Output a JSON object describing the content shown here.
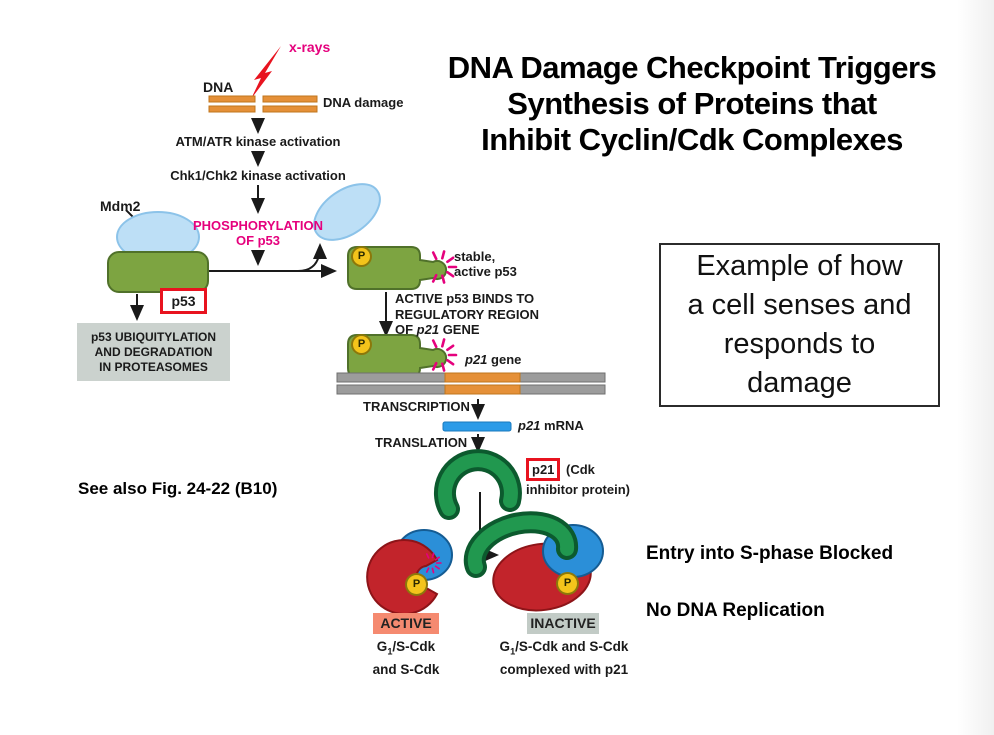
{
  "title": {
    "line1": "DNA Damage Checkpoint Triggers",
    "line2": "Synthesis of Proteins that",
    "line3": "Inhibit Cyclin/Cdk Complexes"
  },
  "note_box": {
    "line1": "Example of how",
    "line2": "a cell senses and",
    "line3": "responds to",
    "line4": "damage"
  },
  "annotations": {
    "see_also": "See also Fig. 24-22 (B10)",
    "entry_blocked": "Entry into S-phase Blocked",
    "no_replication": "No DNA Replication"
  },
  "pathway": {
    "xrays": "x-rays",
    "dna": "DNA",
    "dna_damage": "DNA damage",
    "atm": "ATM/ATR kinase activation",
    "chk": "Chk1/Chk2 kinase activation",
    "mdm2": "Mdm2",
    "phospho_line1": "PHOSPHORYLATION",
    "phospho_line2": "OF p53",
    "p53": "p53",
    "ubiq_line1": "p53 UBIQUITYLATION",
    "ubiq_line2": "AND DEGRADATION",
    "ubiq_line3": "IN PROTEASOMES",
    "stable_line1": "stable,",
    "stable_line2": "active p53",
    "binds_line1": "ACTIVE p53 BINDS TO",
    "binds_line2": "REGULATORY REGION",
    "binds_line3_pre": "OF ",
    "binds_line3_gene": "p21",
    "binds_line3_post": " GENE",
    "gene_label_italic": "p21",
    "gene_label_rest": " gene",
    "transcription": "TRANSCRIPTION",
    "mrna_italic": "p21",
    "mrna_rest": " mRNA",
    "translation": "TRANSLATION",
    "p21_boxed": "p21",
    "p21_rest1": " (Cdk",
    "p21_rest2": "inhibitor protein)",
    "phos_p": "P"
  },
  "complexes": {
    "active_label": "ACTIVE",
    "active_g": "G",
    "active_sub": "1",
    "active_rest": "/S-Cdk",
    "active_line2": "and S-Cdk",
    "inactive_label": "INACTIVE",
    "inactive_g": "G",
    "inactive_sub": "1",
    "inactive_rest": "/S-Cdk and S-Cdk",
    "inactive_line2": "complexed with p21"
  },
  "colors": {
    "magenta_accent": "#E5017D",
    "bolt_red": "#E8131F",
    "highlight_box_red": "#E8131F",
    "dna_orange": "#E59038",
    "p53_green": "#7DA441",
    "mdm2_blue": "#BDDFF6",
    "p21_green": "#1F8A4A",
    "cdk_red": "#C2242B",
    "cyclin_blue": "#2B8FD8",
    "mrna_blue": "#2B9BE8",
    "phosphate_yellow": "#F4C41B",
    "active_badge_bg": "#F58A70",
    "inactive_badge_bg": "#C2CBC6",
    "gray_box_bg": "#CBD2CE"
  }
}
